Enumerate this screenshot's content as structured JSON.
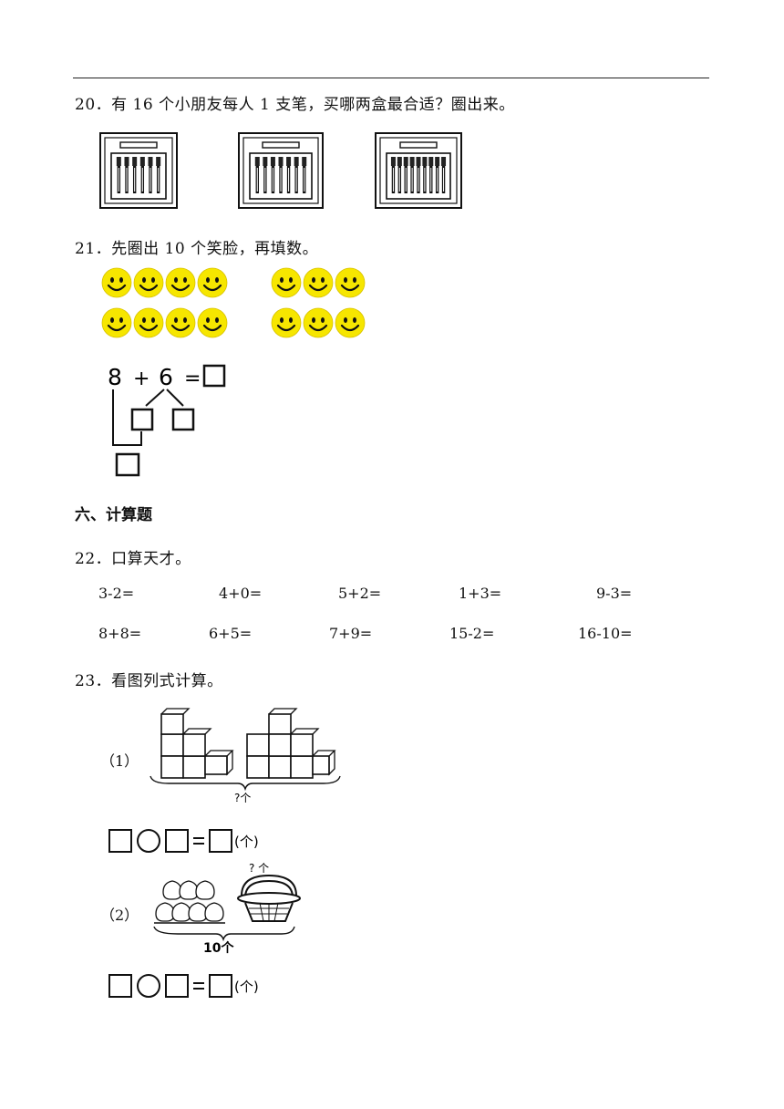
{
  "q20": {
    "text": "20．有 16 个小朋友每人 1 支笔，买哪两盒最合适？圈出来。"
  },
  "pen_boxes": [
    {
      "pens": 6
    },
    {
      "pens": 7
    },
    {
      "pens": 9
    }
  ],
  "q21": {
    "text": "21．先圈出 10 个笑脸，再填数。",
    "face_color": "#f6e600",
    "groups": [
      {
        "rows": 2,
        "per_row": 4
      },
      {
        "rows": 2,
        "per_row": 3
      }
    ],
    "eq_a": "8",
    "eq_op": "+",
    "eq_b": "6",
    "eq_eq": "="
  },
  "section6": {
    "title": "六、计算题"
  },
  "q22": {
    "text": "22．口算天才。",
    "row1": [
      "3-2=",
      "4+0=",
      "5+2=",
      "1+3=",
      "9-3="
    ],
    "row2": [
      "8+8=",
      "6+5=",
      "7+9=",
      "15-2=",
      "16-10="
    ]
  },
  "q23": {
    "text": "23．看图列式计算。",
    "p1_label": "（1）",
    "p1_total": "?个",
    "p1_unit": "(个)",
    "p2_label": "（2）",
    "p2_top": "? 个",
    "p2_total": "10个",
    "p2_unit": "(个)"
  }
}
